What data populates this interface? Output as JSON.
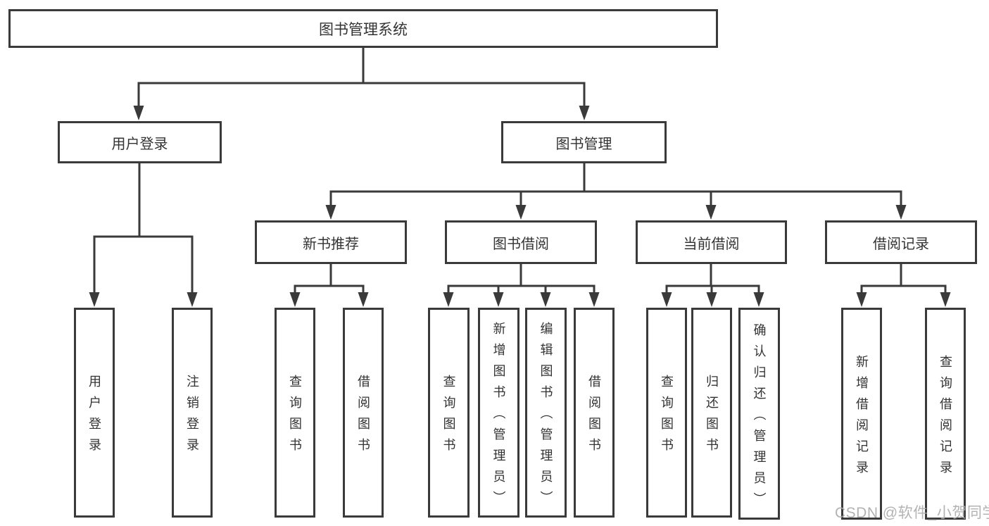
{
  "diagram": {
    "root": {
      "label": "图书管理系统",
      "children": [
        {
          "label": "用户登录",
          "children": [
            {
              "label": "用户登录"
            },
            {
              "label": "注销登录"
            }
          ]
        },
        {
          "label": "图书管理",
          "children": [
            {
              "label": "新书推荐",
              "children": [
                {
                  "label": "查询图书"
                },
                {
                  "label": "借阅图书"
                }
              ]
            },
            {
              "label": "图书借阅",
              "children": [
                {
                  "label": "查询图书"
                },
                {
                  "label": "新增图书（管理员）"
                },
                {
                  "label": "编辑图书（管理员）"
                },
                {
                  "label": "借阅图书"
                }
              ]
            },
            {
              "label": "当前借阅",
              "children": [
                {
                  "label": "查询图书"
                },
                {
                  "label": "归还图书"
                },
                {
                  "label": "确认归还（管理员）"
                }
              ]
            },
            {
              "label": "借阅记录",
              "children": [
                {
                  "label": "新增借阅记录"
                },
                {
                  "label": "查询借阅记录"
                }
              ]
            }
          ]
        }
      ]
    }
  },
  "watermark": {
    "text": "CSDN @软件_小贺同学"
  },
  "colors": {
    "line": "#3a3a3a",
    "text": "#333333",
    "background": "#ffffff",
    "watermark": "#ababab"
  }
}
